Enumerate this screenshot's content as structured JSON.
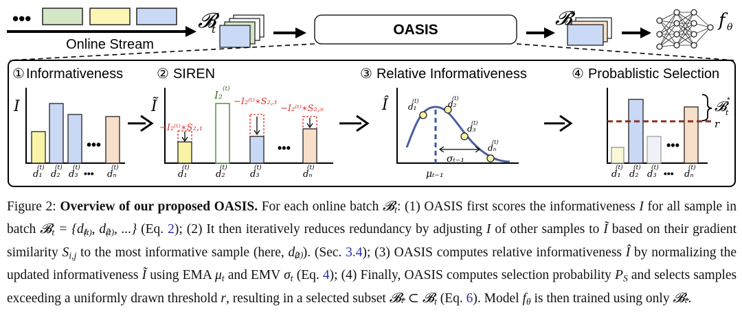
{
  "figure": {
    "stream_dots": "•••",
    "online_stream": "Online Stream",
    "batch_label": "𝓑",
    "batch_sub": "t",
    "oasis": "OASIS",
    "selected_label": "𝓑",
    "selected_sub": "t",
    "selected_sup": "*",
    "model_label": "f",
    "model_sub": "θ",
    "panels": [
      {
        "num": "①",
        "title": "Informativeness"
      },
      {
        "num": "②",
        "title": "SIREN"
      },
      {
        "num": "③",
        "title": "Relative Informativeness"
      },
      {
        "num": "④",
        "title": "Probablistic Selection"
      }
    ],
    "axis_I": "I",
    "axis_I_tilde": "Ĩ",
    "axis_I_hat": "Î",
    "d_labels": [
      "d₁",
      "d₂",
      "d₃",
      "dₙ"
    ],
    "d_sup": "(t)",
    "ellipsis": "•••",
    "i2_label": "I₂",
    "minus_labels": [
      "−I₂⁽ᵗ⁾∗S₂,₁",
      "−I₂⁽ᵗ⁾∗S₂,₃",
      "−I₂⁽ᵗ⁾∗S₂,ₙ"
    ],
    "mu_label": "μₜ₋₁",
    "sigma_label": "σₜ₋₁",
    "r_label": "r",
    "bstar_label": "𝓑",
    "bstar_sub": "t",
    "bstar_sup": "*"
  },
  "colors": {
    "yellow": "#fbf6b4",
    "blue": "#cad9f6",
    "green": "#d4e7c7",
    "peach": "#f8e2cf",
    "bar_yellow": "#f9f3a8",
    "bar_blue": "#c9d8f4",
    "bar_peach": "#f7dfca",
    "bar_green_edge": "#5c8a3c",
    "curve": "#4a5fa0",
    "mu_line": "#3b57a5",
    "red": "#e0302a",
    "threshold": "#8b2e1d"
  },
  "caption": {
    "fig_label": "Figure 2:",
    "bold_title": "Overview of our proposed OASIS.",
    "t1": "For each online batch",
    "t2": ": (1) OASIS first scores the informativeness",
    "t3": "for all sample in batch",
    "t4": "(Eq.",
    "eq2": "2",
    "t5": "); (2) It then iteratively reduces redundancy by adjusting",
    "t6": "of other samples to",
    "t7": "based on their gradient similarity",
    "t8": "to the most informative sample (here,",
    "t9": "). (Sec.",
    "sec": "3.4",
    "t10": "); (3) OASIS computes relative informativeness",
    "t11": "by normalizing the updated informativeness",
    "t12": "using EMA",
    "t13": "and EMV",
    "t14": "(Eq.",
    "eq4": "4",
    "t15": "); (4) Finally, OASIS computes selection probability",
    "t16": "and selects samples exceeding a uniformly drawn threshold",
    "t17": ", resulting in a selected subset",
    "t18": "(Eq.",
    "eq6": "6",
    "t19": "). Model",
    "t20": "is then trained using only",
    "t21": "."
  }
}
